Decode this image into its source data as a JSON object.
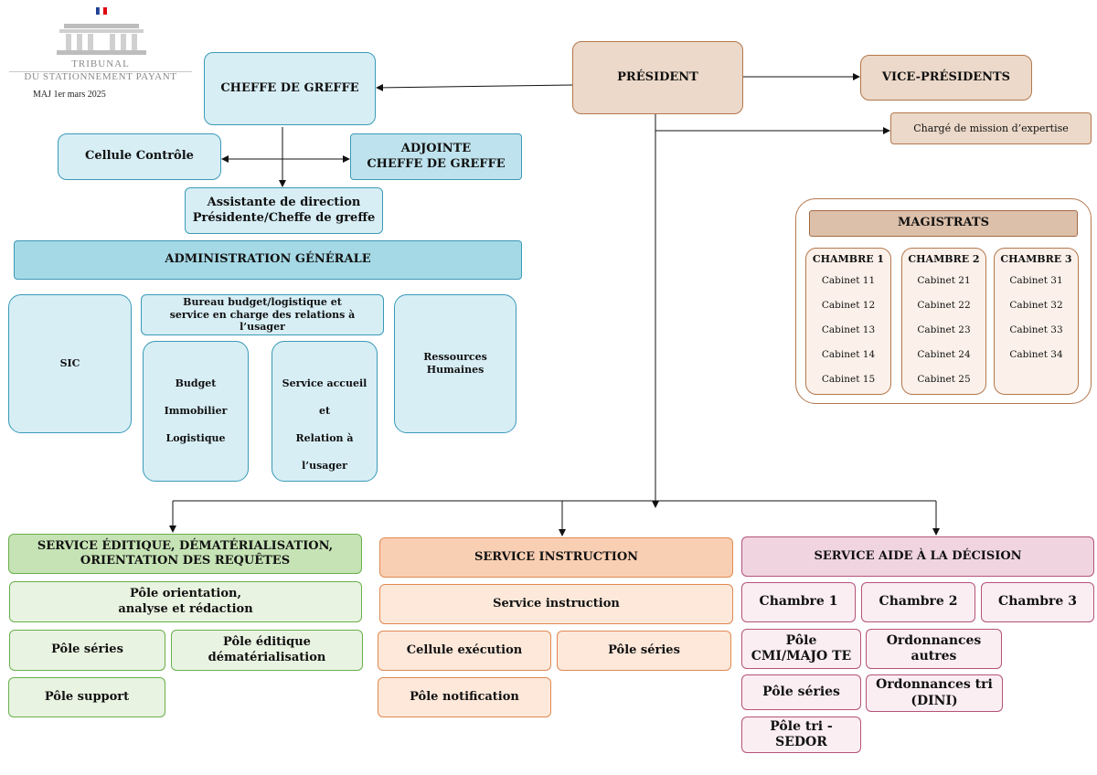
{
  "logo": {
    "line1": "TRIBUNAL",
    "line2": "DU STATIONNEMENT PAYANT",
    "update": "MAJ 1er mars 2025"
  },
  "top": {
    "president": "PRÉSIDENT",
    "vice_presidents": "VICE-PRÉSIDENTS",
    "charge_mission": "Chargé de mission d’expertise",
    "cheffe_greffe": "CHEFFE DE GREFFE",
    "cellule_controle": "Cellule Contrôle",
    "adjointe": "ADJOINTE\nCHEFFE DE GREFFE",
    "assistante": "Assistante de direction\nPrésidente/Cheffe de greffe"
  },
  "admin": {
    "title": "ADMINISTRATION GÉNÉRALE",
    "sic": "SIC",
    "bureau": "Bureau budget/logistique et\nservice en charge des relations à l’usager",
    "budget": [
      "Budget",
      "Immobilier",
      "Logistique"
    ],
    "accueil": [
      "Service accueil",
      "et",
      "Relation à l’usager"
    ],
    "rh": "Ressources Humaines"
  },
  "magistrats": {
    "title": "MAGISTRATS",
    "chambers": [
      {
        "name": "CHAMBRE 1",
        "cabinets": [
          "Cabinet 11",
          "Cabinet 12",
          "Cabinet 13",
          "Cabinet 14",
          "Cabinet 15"
        ]
      },
      {
        "name": "CHAMBRE 2",
        "cabinets": [
          "Cabinet 21",
          "Cabinet 22",
          "Cabinet 23",
          "Cabinet 24",
          "Cabinet 25"
        ]
      },
      {
        "name": "CHAMBRE 3",
        "cabinets": [
          "Cabinet 31",
          "Cabinet 32",
          "Cabinet 33",
          "Cabinet 34"
        ]
      }
    ]
  },
  "service_editique": {
    "title": "SERVICE ÉDITIQUE, DÉMATÉRIALISATION,\nORIENTATION DES REQUÊTES",
    "pole_orientation": "Pôle orientation,\nanalyse et rédaction",
    "pole_series": "Pôle séries",
    "pole_editique": "Pôle éditique dématérialisation",
    "pole_support": "Pôle support"
  },
  "service_instruction": {
    "title": "SERVICE INSTRUCTION",
    "service": "Service instruction",
    "cellule_execution": "Cellule exécution",
    "pole_series": "Pôle séries",
    "pole_notification": "Pôle notification"
  },
  "service_aide": {
    "title": "SERVICE AIDE À LA DÉCISION",
    "chambre1": "Chambre 1",
    "chambre2": "Chambre 2",
    "chambre3": "Chambre 3",
    "pole_cmi": "Pôle CMI/MAJO TE",
    "ordonnances_autres": "Ordonnances autres",
    "pole_series": "Pôle séries",
    "ordonnances_tri": "Ordonnances tri\n(DINI)",
    "pole_tri": "Pôle tri - SEDOR"
  },
  "colors": {
    "admin_blue": "#d7eef5",
    "president_tan": "#ecd9c9",
    "editique_green": "#c6e3b5",
    "instruction_orange": "#f9cfb3",
    "aide_pink": "#f0d5e0"
  }
}
